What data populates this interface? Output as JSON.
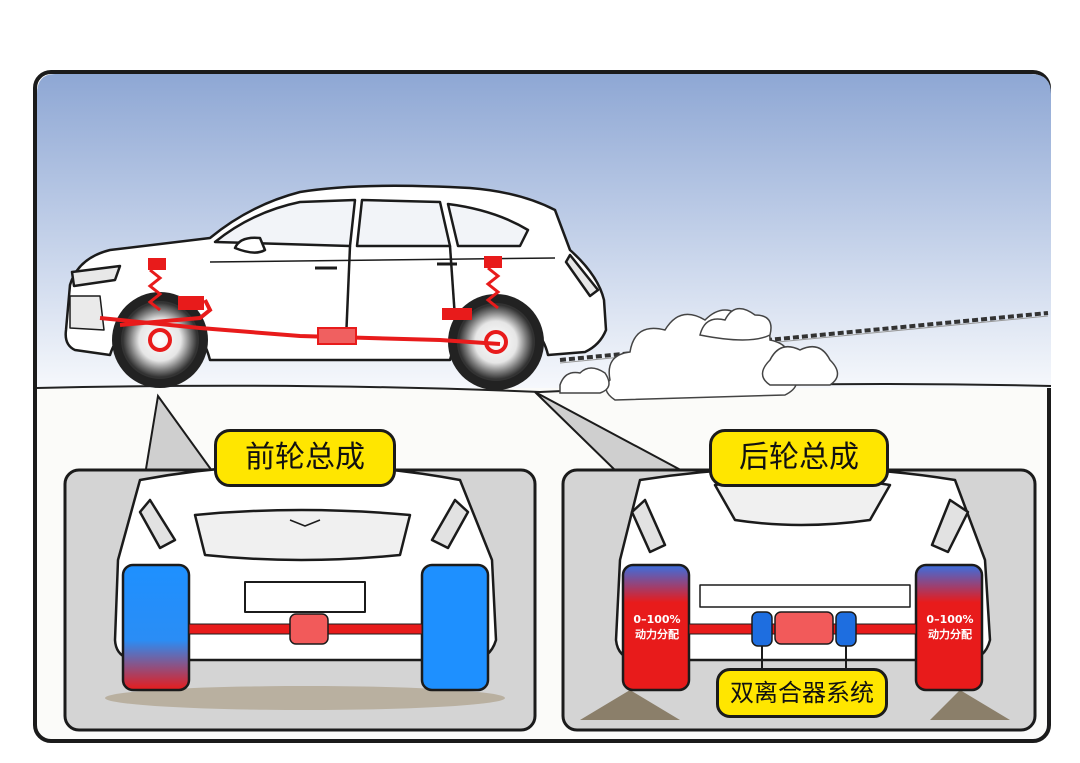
{
  "labels": {
    "front_assembly": "前轮总成",
    "rear_assembly": "后轮总成",
    "dual_clutch": "双离合器系统",
    "rear_left_pct": "0–100%",
    "rear_left_dist": "动力分配",
    "rear_right_pct": "0–100%",
    "rear_right_dist": "动力分配"
  },
  "colors": {
    "sky_top": "#8fa8d6",
    "sky_bottom": "#ffffff",
    "drivetrain": "#e81b1b",
    "front_wheel": "#1e90ff",
    "rear_wheel": "#e81b1b",
    "label_bg": "#ffe600",
    "panel_bg": "#d4d4d4"
  },
  "icons": [
    "car-side-icon",
    "front-view-car-icon",
    "rear-view-car-icon",
    "dust-cloud-icon",
    "tow-rope-icon"
  ]
}
